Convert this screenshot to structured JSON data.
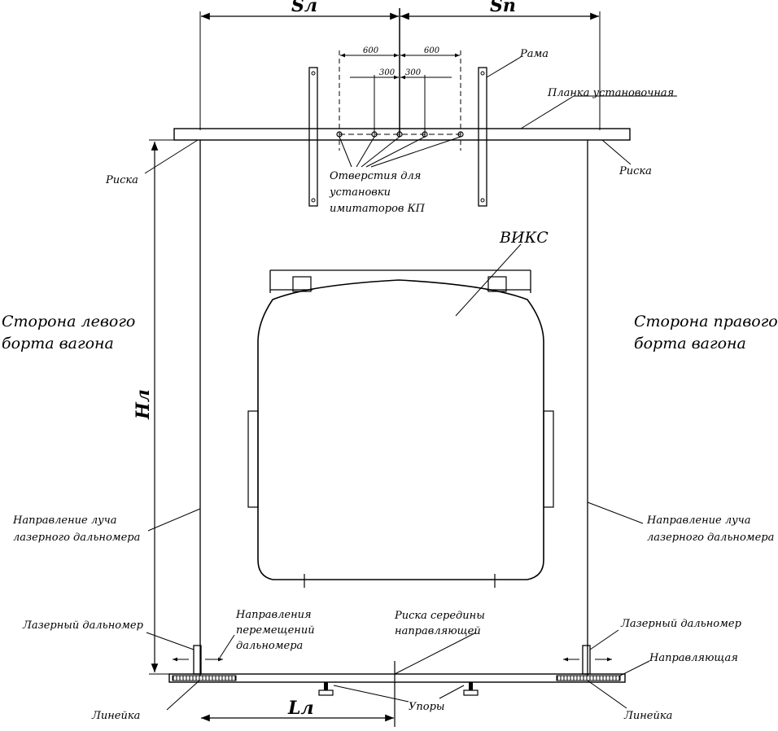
{
  "dimensions": {
    "s_left": "Sл",
    "s_right": "Sп",
    "h_left": "Нл",
    "l_left": "Lл",
    "offset_600_left": "600",
    "offset_600_right": "600",
    "offset_300_left": "300",
    "offset_300_right": "300"
  },
  "labels": {
    "frame": "Рама",
    "mounting_plate": "Планка установочная",
    "mark_left": "Риска",
    "mark_right": "Риска",
    "holes_line1": "Отверстия для",
    "holes_line2": "установки",
    "holes_line3": "имитаторов  КП",
    "viks": "ВИКС",
    "left_side_line1": "Сторона левого",
    "left_side_line2": "борта вагона",
    "right_side_line1": "Сторона правого",
    "right_side_line2": "борта вагона",
    "beam_left_line1": "Направление луча",
    "beam_left_line2": "лазерного дальномера",
    "beam_right_line1": "Направление луча",
    "beam_right_line2": "лазерного дальномера",
    "rangefinder_left": "Лазерный дальномер",
    "rangefinder_right": "Лазерный дальномер",
    "move_dir_line1": "Направления",
    "move_dir_line2": "перемещений",
    "move_dir_line3": "дальномера",
    "center_mark_line1": "Риска середины",
    "center_mark_line2": "направляющей",
    "guide": "Направляющая",
    "ruler_left": "Линейка",
    "ruler_right": "Линейка",
    "stops": "Упоры"
  }
}
